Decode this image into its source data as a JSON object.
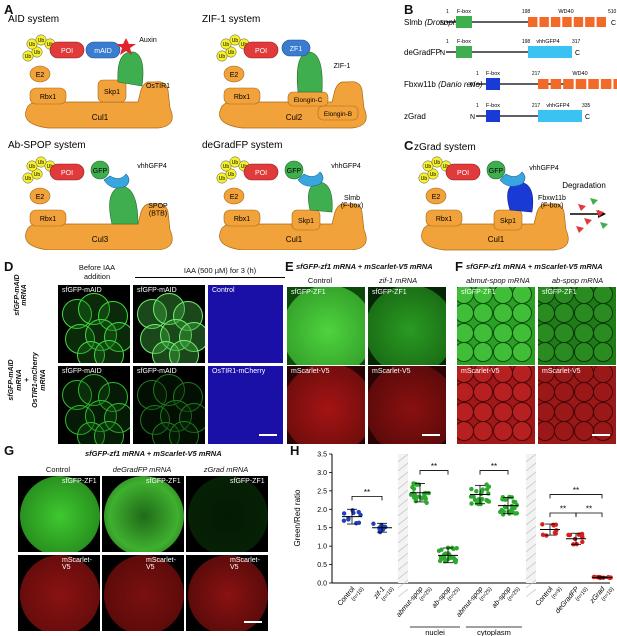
{
  "panels": {
    "A": {
      "letter": "A",
      "systems": [
        {
          "title": "AID system",
          "poi": "POI",
          "tag": "mAID",
          "ligand": "Auxin",
          "adaptor": "OsTIR1",
          "rbx": "Rbx1",
          "skp": "Skp1",
          "cul": "Cul1",
          "e2": "E2",
          "ub": "Ub"
        },
        {
          "title": "ZIF-1 system",
          "poi": "POI",
          "tag": "ZF1",
          "adaptor": "ZIF-1",
          "rbx": "Rbx1",
          "elc": "Elongin-C",
          "elb": "Elongin-B",
          "cul": "Cul2",
          "e2": "E2",
          "ub": "Ub"
        },
        {
          "title": "Ab-SPOP system",
          "poi": "POI",
          "tag": "GFP",
          "nb": "vhhGFP4",
          "adaptor": "SPOP\n(BTB)",
          "rbx": "Rbx1",
          "cul": "Cul3",
          "e2": "E2",
          "ub": "Ub"
        },
        {
          "title": "deGradFP system",
          "poi": "POI",
          "tag": "GFP",
          "nb": "vhhGFP4",
          "adaptor": "Slmb\n(F-box)",
          "rbx": "Rbx1",
          "skp": "Skp1",
          "cul": "Cul1",
          "e2": "E2",
          "ub": "Ub"
        }
      ]
    },
    "B": {
      "letter": "B",
      "proteins": [
        {
          "name": "Slmb",
          "species": "(Drosophila)",
          "start": "1",
          "fbox": "F-box",
          "mid": "198",
          "dom": "WD40",
          "end": "510",
          "c": "C"
        },
        {
          "name": "deGradFP",
          "species": "",
          "start": "1",
          "fbox": "F-box",
          "mid": "198",
          "dom": "vhhGFP4",
          "end": "317",
          "c": "C"
        },
        {
          "name": "Fbxw11b",
          "species": "(Danio rerio)",
          "start": "1",
          "fbox": "F-box",
          "mid": "217",
          "dom": "WD40",
          "end": "531",
          "c": "C"
        },
        {
          "name": "zGrad",
          "species": "",
          "start": "1",
          "fbox": "F-box",
          "mid": "217",
          "dom": "vhhGFP4",
          "end": "335",
          "c": "C"
        }
      ],
      "n": "N"
    },
    "C": {
      "letter": "C",
      "title": "zGrad system",
      "poi": "POI",
      "tag": "GFP",
      "nb": "vhhGFP4",
      "adaptor": "Fbxw11b\n(F-box)",
      "rbx": "Rbx1",
      "skp": "Skp1",
      "cul": "Cul1",
      "e2": "E2",
      "ub": "Ub",
      "result": "Degradation"
    },
    "D": {
      "letter": "D",
      "col1": "Before IAA\naddition",
      "col2": "IAA (500 µM) for 3 (h)",
      "row1": "sfGFP-mAID\nmRNA",
      "row2": "sfGFP-mAID\nmRNA\n+\nOsTIR1-mCherry\nmRNA",
      "tiles": [
        "sfGFP-mAID",
        "sfGFP-mAID",
        "Control",
        "sfGFP-mAID",
        "sfGFP-mAID",
        "OsTIR1-mCherry"
      ]
    },
    "E": {
      "letter": "E",
      "title": "sfGFP-zf1 mRNA + mScarlet-V5 mRNA",
      "cols": [
        "Control",
        "zif-1 mRNA"
      ],
      "tiles": [
        "sfGFP-ZF1",
        "sfGFP-ZF1",
        "mScarlet-V5",
        "mScarlet-V5"
      ]
    },
    "F": {
      "letter": "F",
      "title": "sfGFP-zf1 mRNA + mScarlet-V5 mRNA",
      "cols": [
        "abmut-spop mRNA",
        "ab-spop mRNA"
      ],
      "tiles": [
        "sfGFP-ZF1",
        "sfGFP-ZF1",
        "mScarlet-V5",
        "mScarlet-V5"
      ]
    },
    "G": {
      "letter": "G",
      "title": "sfGFP-zf1 mRNA + mScarlet-V5 mRNA",
      "cols": [
        "Control",
        "deGradFP mRNA",
        "zGrad mRNA"
      ],
      "tiles": [
        "sfGFP-ZF1",
        "sfGFP-ZF1",
        "sfGFP-ZF1",
        "mScarlet-V5",
        "mScarlet-V5",
        "mScarlet-V5"
      ]
    },
    "H": {
      "letter": "H"
    }
  },
  "chart_data": {
    "type": "scatter",
    "ylabel": "Green/Red  ratio",
    "ylim": [
      0,
      3.5
    ],
    "yticks": [
      "0.0",
      "0.5",
      "1.0",
      "1.5",
      "2.0",
      "2.5",
      "3.0",
      "3.5"
    ],
    "groups": [
      {
        "label": "Control",
        "n": "(n=10)",
        "mean": 1.8,
        "sd": 0.2,
        "color": "#1f3fbf"
      },
      {
        "label": "zif-1",
        "n": "(n=10)",
        "mean": 1.5,
        "sd": 0.12,
        "color": "#1f3fbf"
      },
      {
        "label": "abmut-spop",
        "n": "(n=25)",
        "mean": 2.45,
        "sd": 0.25,
        "color": "#2ea82e"
      },
      {
        "label": "ab-spop",
        "n": "(n=25)",
        "mean": 0.75,
        "sd": 0.2,
        "color": "#2ea82e"
      },
      {
        "label": "abmut-spop",
        "n": "(n=25)",
        "mean": 2.4,
        "sd": 0.25,
        "color": "#2ea82e"
      },
      {
        "label": "ab-spop",
        "n": "(n=25)",
        "mean": 2.1,
        "sd": 0.22,
        "color": "#2ea82e"
      },
      {
        "label": "Control",
        "n": "(n=9)",
        "mean": 1.45,
        "sd": 0.15,
        "color": "#d62020"
      },
      {
        "label": "deGradFP",
        "n": "(n=10)",
        "mean": 1.2,
        "sd": 0.15,
        "color": "#d62020"
      },
      {
        "label": "zGrad",
        "n": "(n=10)",
        "mean": 0.15,
        "sd": 0.02,
        "color": "#d62020"
      }
    ],
    "compartments": [
      "nuclei",
      "cytoplasm"
    ],
    "significance": "**"
  }
}
